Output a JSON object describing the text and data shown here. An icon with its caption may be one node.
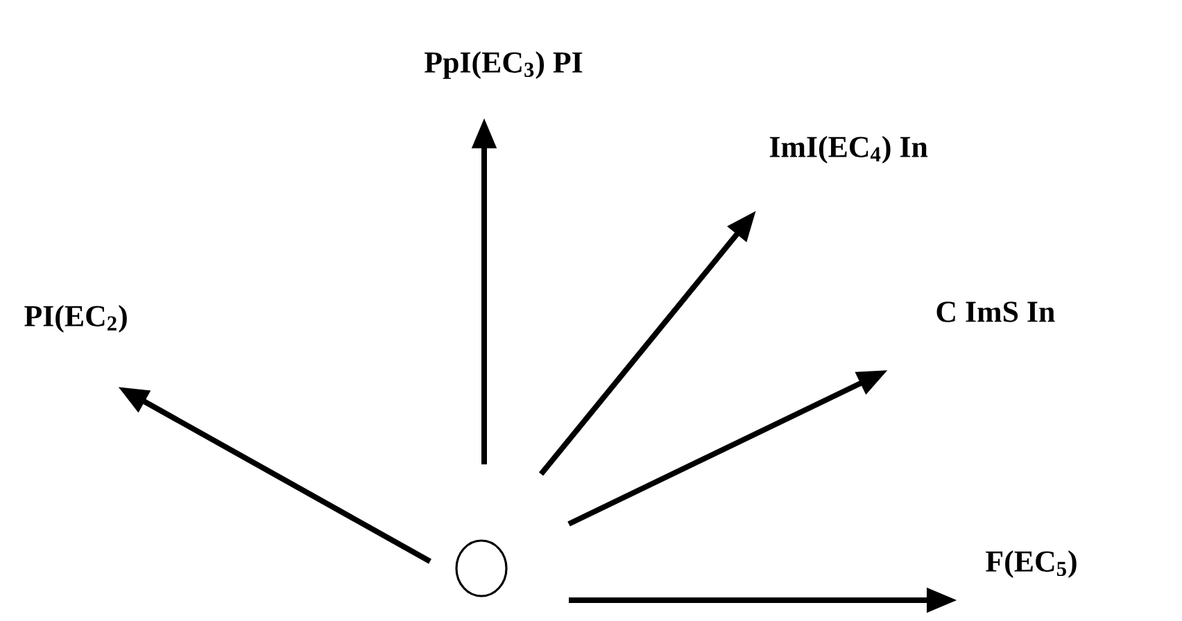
{
  "diagram": {
    "nodes": [
      {
        "text": [],
        "shape": "circle"
      },
      {
        "text": [
          "PI(EC$_{2}$)"
        ]
      },
      {
        "text": [
          "PpI(EC$_{3}$) PI"
        ]
      },
      {
        "text": [
          "ImI(EC$_{4}$) In"
        ]
      },
      {
        "text": [
          "C ImS In"
        ]
      },
      {
        "text": [
          "F(EC$_{5}$)"
        ]
      }
    ],
    "edges": [
      {
        "from": 0,
        "to": 1,
        "arrow": "to"
      },
      {
        "from": 0,
        "to": 2,
        "arrow": "to"
      },
      {
        "from": 0,
        "to": 3,
        "arrow": "to"
      },
      {
        "from": 0,
        "to": 4,
        "arrow": "to"
      },
      {
        "from": 0,
        "to": 5,
        "arrow": "to"
      }
    ]
  }
}
